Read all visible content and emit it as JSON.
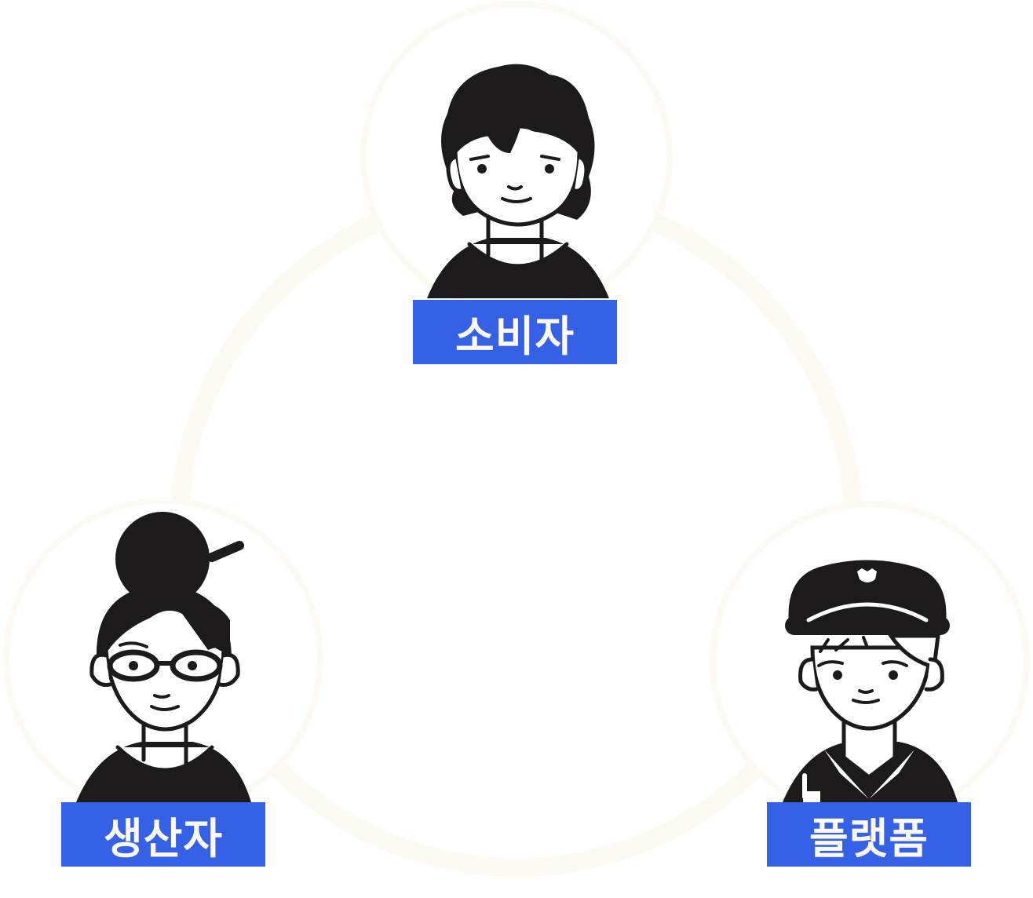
{
  "diagram": {
    "type": "triad-relationship",
    "colors": {
      "label_bg": "#3461e6",
      "label_text": "#fdf9f1",
      "ring_stroke": "#fcfaf3",
      "figure_ink": "#1c1a1a"
    },
    "nodes": [
      {
        "id": "consumer",
        "label": "소비자",
        "icon": "woman-curly-hair-avatar",
        "position": "top"
      },
      {
        "id": "producer",
        "label": "생산자",
        "icon": "woman-hair-bun-glasses-avatar",
        "position": "bottom-left"
      },
      {
        "id": "platform",
        "label": "플랫폼",
        "icon": "uniformed-officer-cap-avatar",
        "position": "bottom-right"
      }
    ]
  }
}
